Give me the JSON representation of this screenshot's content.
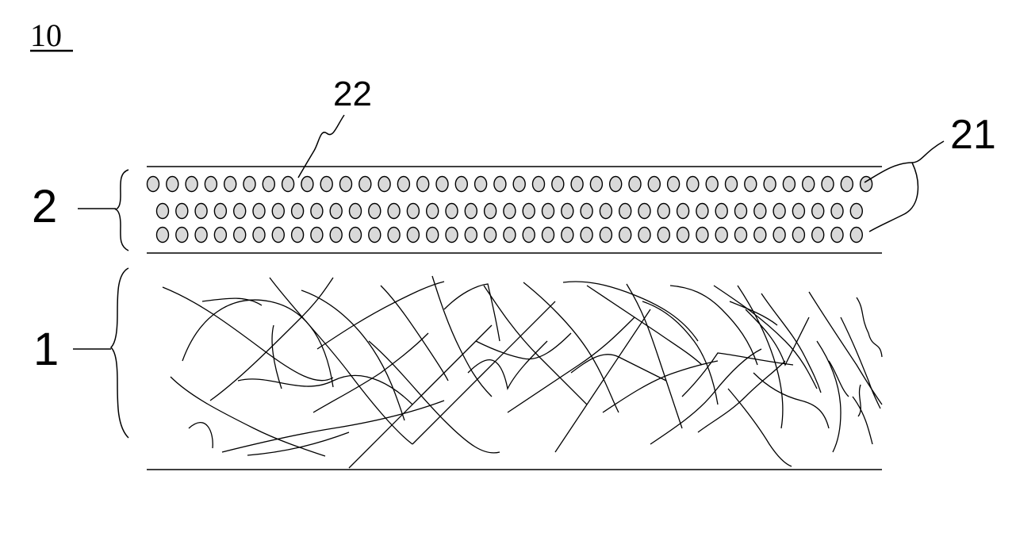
{
  "figure": {
    "number": "10",
    "labels": {
      "layer_top": "2",
      "layer_bottom": "1",
      "particle_callout": "21",
      "matrix_callout": "22"
    }
  },
  "colors": {
    "ink": "#000000",
    "particle_fill": "#d9d9d9",
    "background": "#ffffff"
  }
}
